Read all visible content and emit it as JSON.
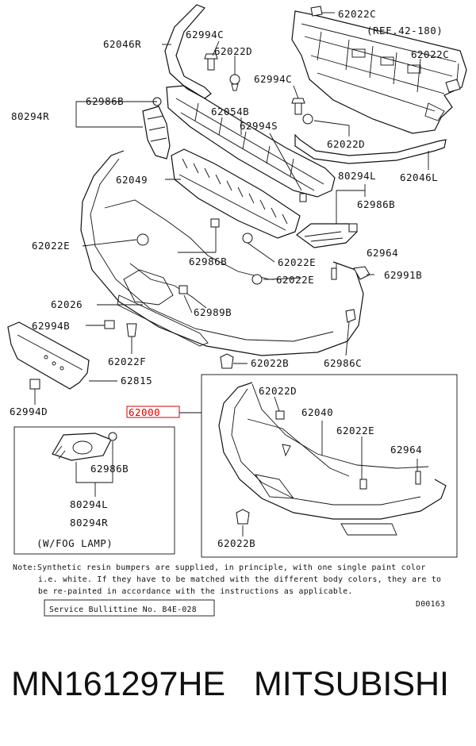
{
  "labels": {
    "p62022C_top": "62022C",
    "ref": "(REF.42-180)",
    "p62022C_right": "62022C",
    "p62046R": "62046R",
    "p62994C_a": "62994C",
    "p62022D_a": "62022D",
    "p62994C_b": "62994C",
    "p80294R": "80294R",
    "p62986B_a": "62986B",
    "p62054B": "62054B",
    "p62994S": "62994S",
    "p62022D_b": "62022D",
    "p62046L": "62046L",
    "p62049": "62049",
    "p80294L": "80294L",
    "p62986B_b": "62986B",
    "p62022E_a": "62022E",
    "p62986B_c": "62986B",
    "p62022E_b": "62022E",
    "p62964_a": "62964",
    "p62022E_c": "62022E",
    "p62991B": "62991B",
    "p62026": "62026",
    "p62989B": "62989B",
    "p62994B": "62994B",
    "p62022F": "62022F",
    "p62022B_a": "62022B",
    "p62986C": "62986C",
    "p62815": "62815",
    "p62994D": "62994D",
    "p62000": "62000",
    "p62022D_c": "62022D",
    "p62040": "62040",
    "p62022E_d": "62022E",
    "p62964_b": "62964",
    "p62022B_b": "62022B",
    "p62986B_d": "62986B",
    "p80294L_b": "80294L",
    "p80294R_b": "80294R",
    "fog_lamp": "(W/FOG LAMP)"
  },
  "note": {
    "line1": "Note:Synthetic resin bumpers are supplied, in principle, with one single paint color",
    "line2": "i.e. white. If they have to be matched with the different body colors, they are to",
    "line3": "be re-painted in accordance with the instructions as applicable."
  },
  "service_bulletin": "Service Bullittine No. B4E-028",
  "diagram_code": "D00163",
  "caption": "MN161297HE   MITSUBISHI",
  "colors": {
    "line": "#111111",
    "highlight": "#d40000"
  }
}
